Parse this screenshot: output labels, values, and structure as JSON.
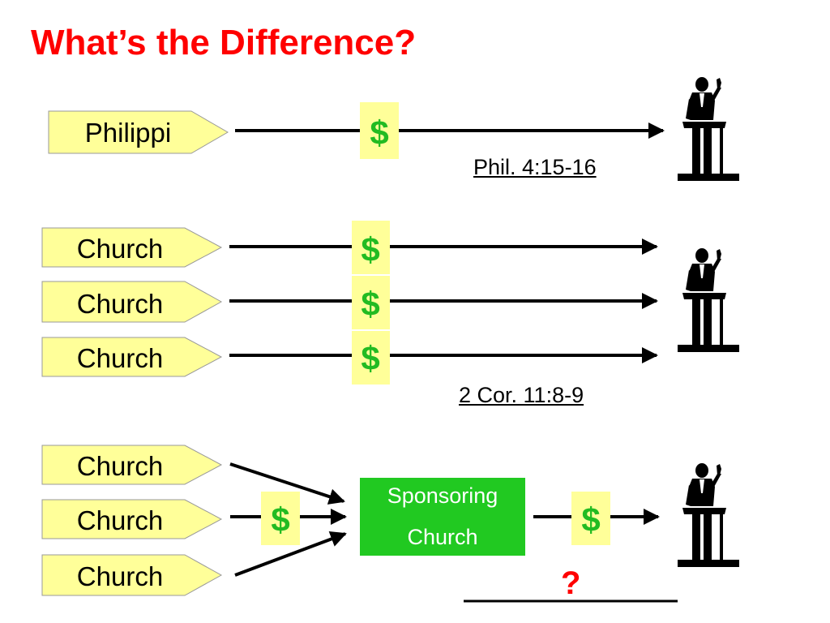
{
  "title": "What’s the Difference?",
  "scenario1": {
    "source": "Philippi",
    "money": "$",
    "reference": "Phil. 4:15-16"
  },
  "scenario2": {
    "sources": [
      "Church",
      "Church",
      "Church"
    ],
    "money": "$",
    "reference": "2 Cor. 11:8-9"
  },
  "scenario3": {
    "sources": [
      "Church",
      "Church",
      "Church"
    ],
    "money": "$",
    "sponsor_line1": "Sponsoring",
    "sponsor_line2": "Church",
    "question": "?"
  },
  "icons": {
    "preacher": "preacher-at-pulpit-icon",
    "source_tag": "pentagon-arrow-tag"
  },
  "colors": {
    "title": "#ff0000",
    "tag_fill": "#ffff99",
    "money_bg": "#ffff99",
    "money_text": "#22bb22",
    "sponsor_bg": "#21c921",
    "question": "#ff0000"
  }
}
